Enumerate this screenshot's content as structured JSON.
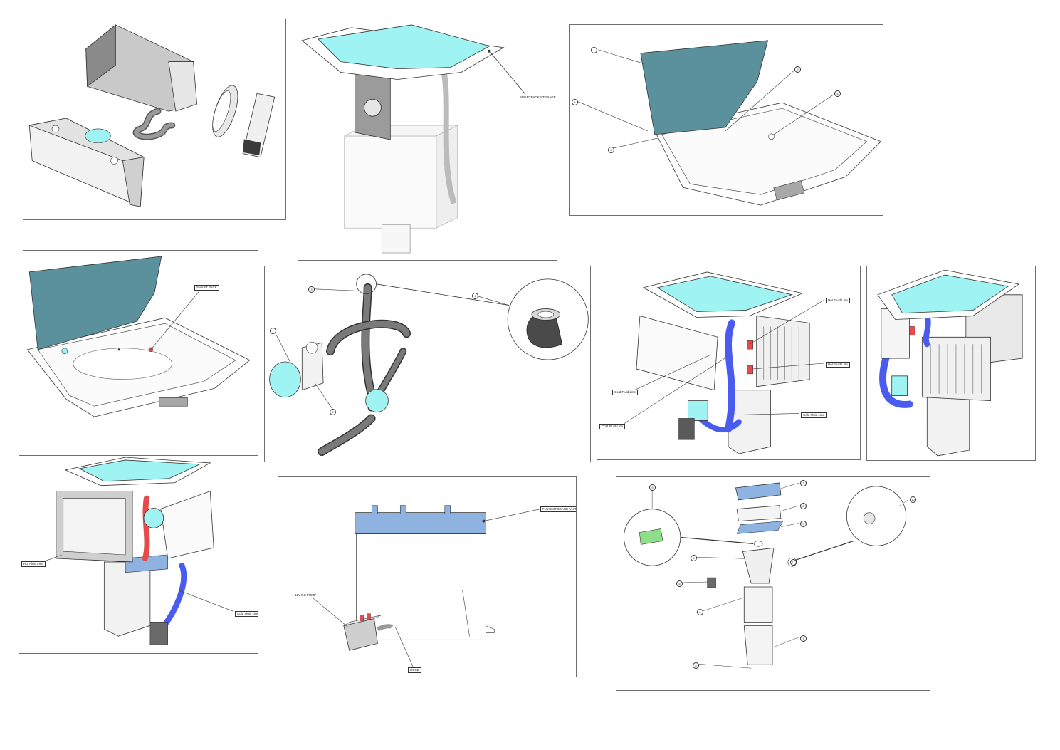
{
  "colors": {
    "accent_cyan": "#9ff3f3",
    "teal_lid": "#5a919c",
    "cold_line": "#4a5cf0",
    "hot_line": "#e64b4b",
    "storage_blue": "#8fb3e0",
    "line_dark": "#333333",
    "part_fill": "#f2f2f2"
  },
  "panels": {
    "p2": {
      "callout": "SMARTPACK STORAGE"
    },
    "p3": {
      "numbers": [
        "1",
        "2",
        "3",
        "4",
        "5"
      ]
    },
    "p4": {
      "callout": "SMART PACK"
    },
    "p5": {
      "numbers": [
        "1",
        "2",
        "3",
        "4"
      ]
    },
    "p6": {
      "hot1": "Hot Fluid Line",
      "hot2": "Hot Fluid Line",
      "cold1": "Cold Fluid Line",
      "cold2": "Cold Fluid Line",
      "cold3": "Cold Fluid Line"
    },
    "p8": {
      "hot": "Hot Fluid Line",
      "cold": "Cold Fluid Line"
    },
    "p9": {
      "storage": "FLUID STORAGE UNIT",
      "pump": "12V DC PUMP",
      "hose": "HOSE"
    },
    "p10": {
      "numbers": [
        "1",
        "2",
        "3",
        "4",
        "5",
        "6",
        "7",
        "8",
        "9",
        "10",
        "11"
      ]
    }
  },
  "icons": [
    "smart-pack-assembly",
    "fluid-storage-unit",
    "pump",
    "valve",
    "heat-exchanger",
    "exploded-view"
  ]
}
